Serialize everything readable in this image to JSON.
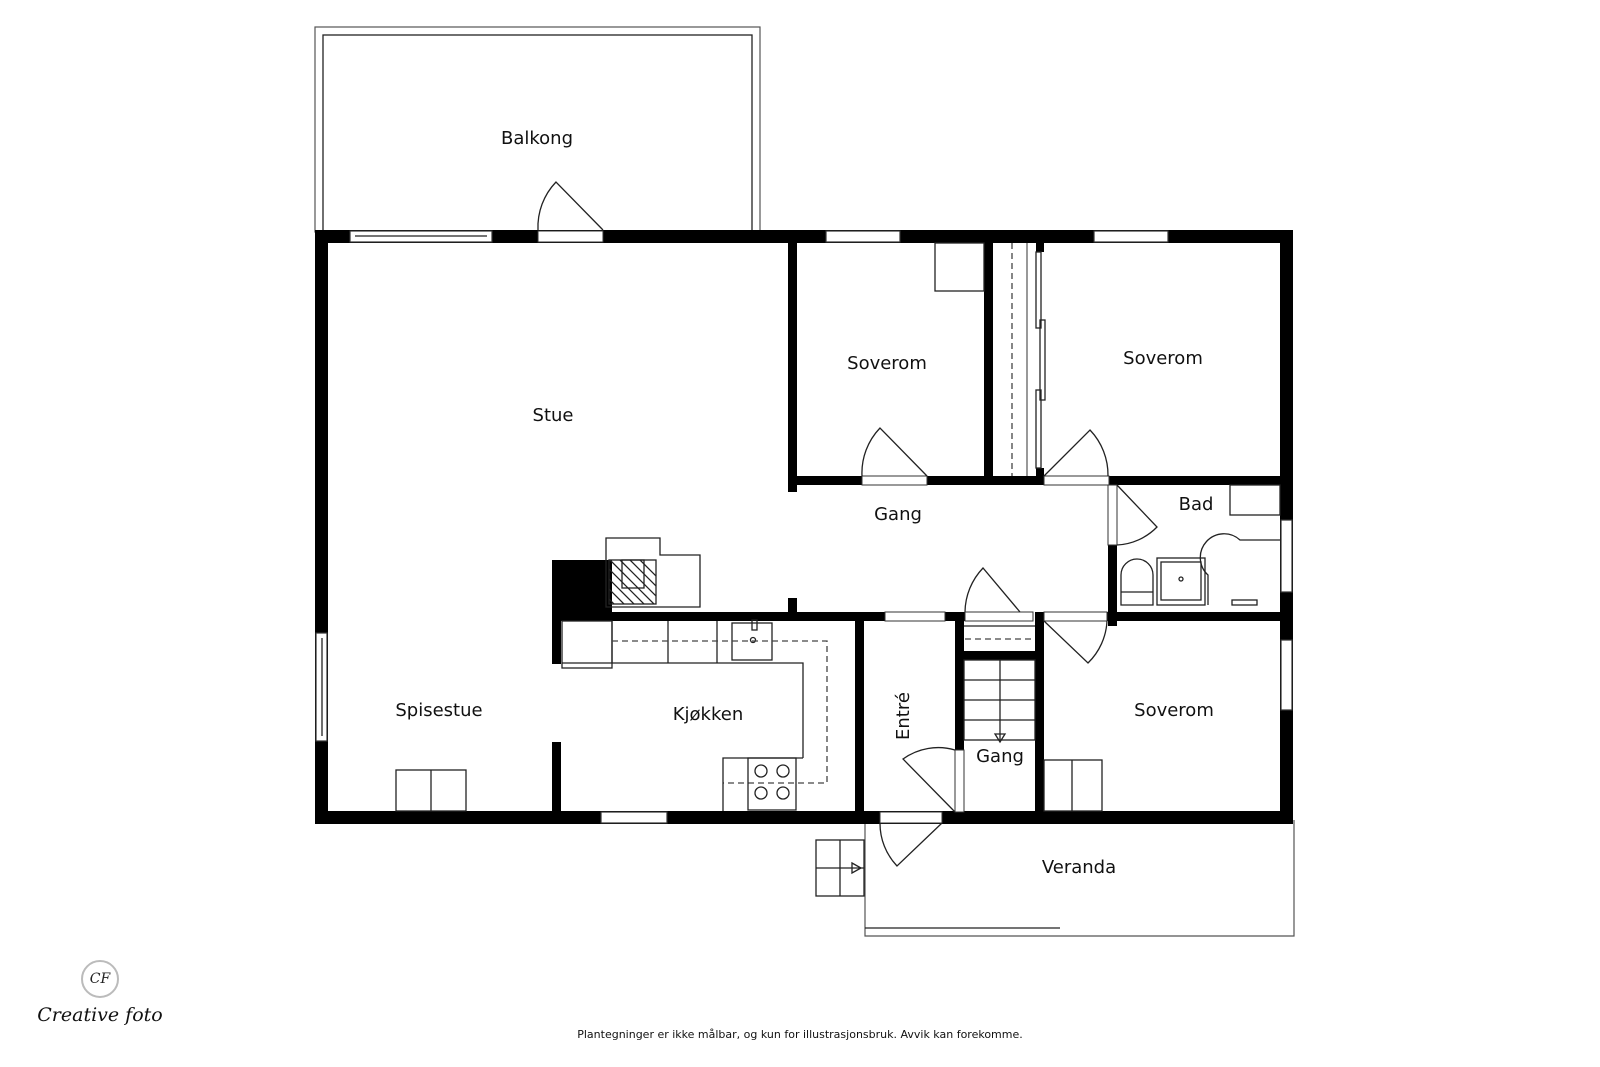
{
  "floorplan": {
    "rooms": [
      {
        "id": "balkong",
        "label": "Balkong"
      },
      {
        "id": "stue",
        "label": "Stue"
      },
      {
        "id": "spisestue",
        "label": "Spisestue"
      },
      {
        "id": "kjokken",
        "label": "Kjøkken"
      },
      {
        "id": "soverom1",
        "label": "Soverom"
      },
      {
        "id": "soverom2",
        "label": "Soverom"
      },
      {
        "id": "soverom3",
        "label": "Soverom"
      },
      {
        "id": "gang1",
        "label": "Gang"
      },
      {
        "id": "gang2",
        "label": "Gang"
      },
      {
        "id": "bad",
        "label": "Bad"
      },
      {
        "id": "entre",
        "label": "Entré"
      },
      {
        "id": "veranda",
        "label": "Veranda"
      }
    ]
  },
  "logo": {
    "monogram": "CF",
    "name": "Creative foto"
  },
  "footer": {
    "disclaimer": "Plantegninger er ikke målbar, og kun for illustrasjonsbruk. Avvik kan forekomme."
  }
}
